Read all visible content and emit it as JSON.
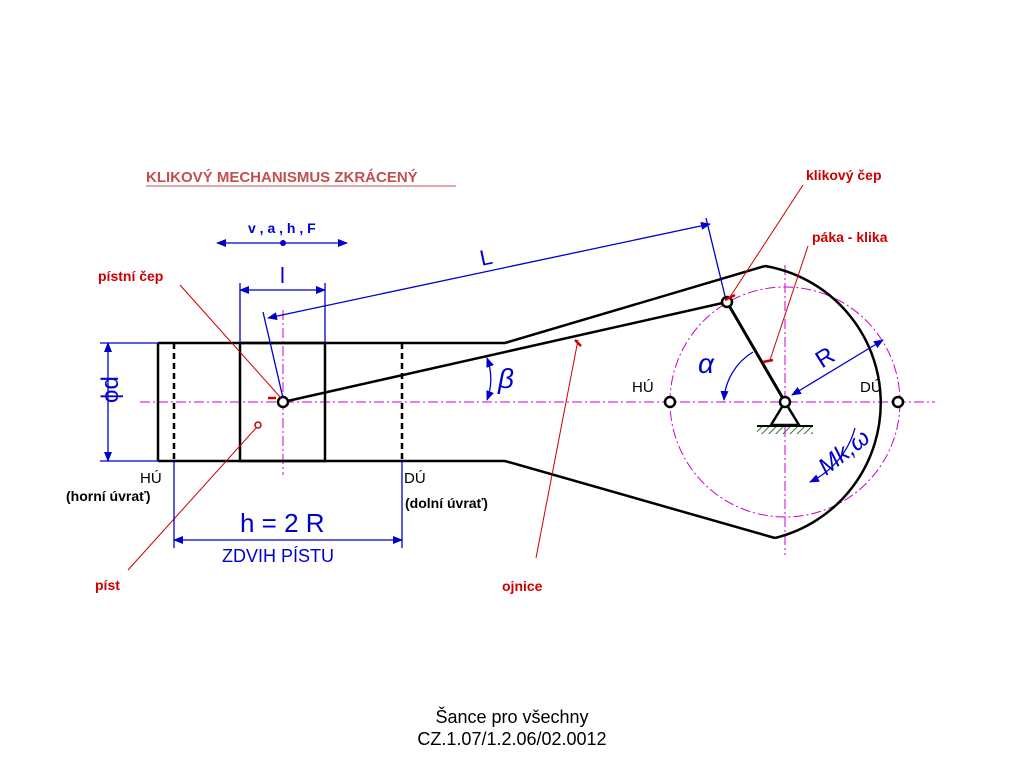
{
  "title": "KLIKOVÝ MECHANISMUS ZKRÁCENÝ",
  "labels": {
    "klikovy_cep": "klikový čep",
    "paka_klika": "páka - klika",
    "pistni_cep": "pístní čep",
    "pist": "píst",
    "ojnice": "ojnice",
    "hu_left": "HÚ",
    "hu_left_desc": "(horní úvrať)",
    "du_left": "DÚ",
    "du_left_desc": "(dolní úvrať)",
    "hu_right": "HÚ",
    "du_right": "DÚ"
  },
  "dimensions": {
    "vahf": "v , a , h , F",
    "l_small": "l",
    "L_big": "L",
    "phi_d": "ϕd",
    "beta": "β",
    "alpha": "α",
    "R": "R",
    "Mk_omega": "Mk,ω",
    "stroke_formula": "h = 2 R",
    "stroke_text": "ZDVIH  PÍSTU"
  },
  "footer": {
    "line1": "Šance pro všechny",
    "line2": "CZ.1.07/1.2.06/02.0012"
  },
  "colors": {
    "outline": "#000000",
    "centerline": "#cc00cc",
    "dimension": "#0000cc",
    "leader": "#cc0000",
    "title": "#c0504d"
  }
}
